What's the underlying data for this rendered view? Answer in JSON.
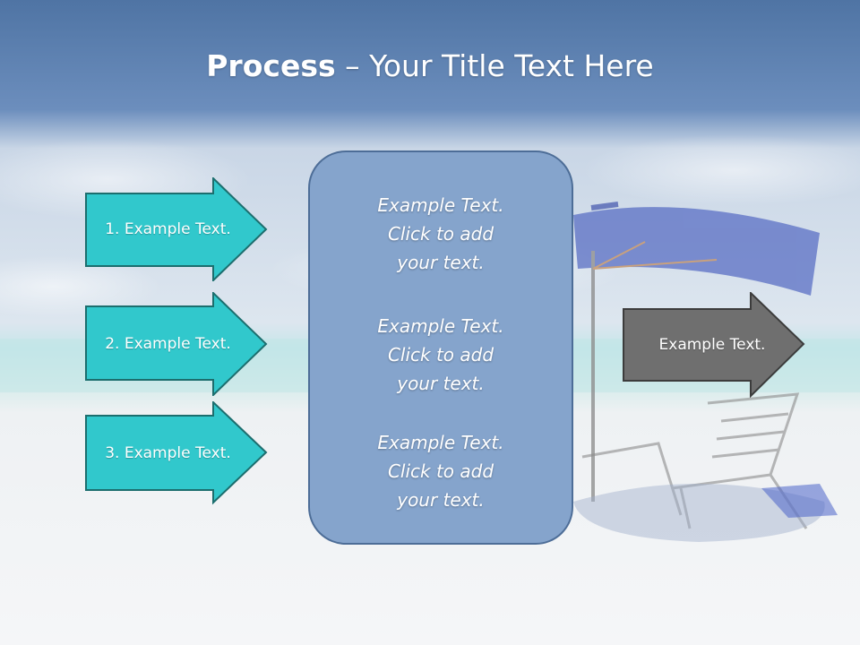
{
  "slide": {
    "title_bold": "Process",
    "title_rest": " – Your Title Text Here",
    "left_arrows": [
      {
        "label": "1. Example Text."
      },
      {
        "label": "2. Example Text."
      },
      {
        "label": "3. Example Text."
      }
    ],
    "center_box": {
      "paragraphs": [
        {
          "line1": "Example Text.",
          "line2": "Click  to add",
          "line3": "your text."
        },
        {
          "line1": "Example Text.",
          "line2": "Click  to add",
          "line3": "your text."
        },
        {
          "line1": "Example Text.",
          "line2": "Click  to add",
          "line3": "your text."
        }
      ]
    },
    "right_arrow": {
      "label": "Example Text."
    }
  },
  "colors": {
    "left_arrow_fill": "#31c8cc",
    "left_arrow_border": "#1c6e6e",
    "center_box_fill": "#85a4cc",
    "right_arrow_fill": "#6f6f6f",
    "sky_top": "#5078a8"
  }
}
